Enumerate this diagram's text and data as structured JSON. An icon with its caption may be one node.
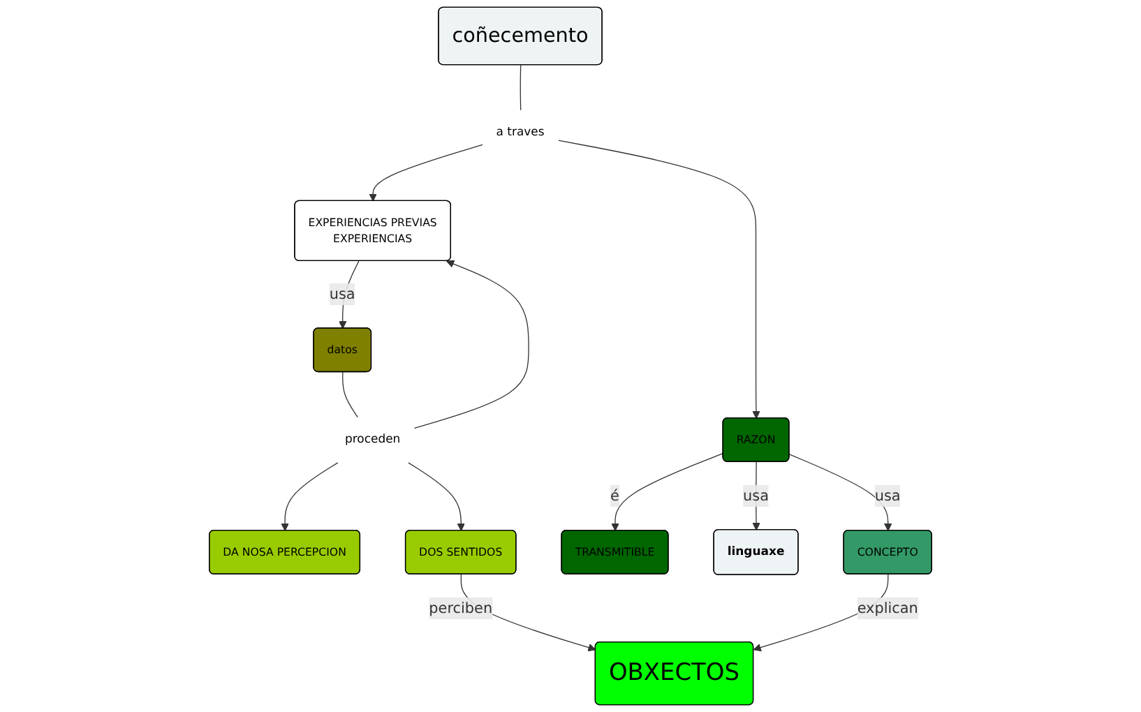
{
  "diagram": {
    "nodes": [
      {
        "text": [
          "coñecemento"
        ]
      },
      {
        "text": [
          "EXPERIENCIAS PREVIAS",
          "EXPERIENCIAS"
        ]
      },
      {
        "text": [
          "a traves"
        ]
      },
      {
        "text": [
          "RAZON"
        ]
      },
      {
        "text": [
          "TRANSMITIBLE"
        ]
      },
      {
        "text": [
          "datos"
        ]
      },
      {
        "text": [
          "linguaxe"
        ]
      },
      {
        "text": [
          "proceden"
        ]
      },
      {
        "text": [
          "DA NOSA PERCEPCION"
        ]
      },
      {
        "text": [
          "DOS SENTIDOS"
        ]
      },
      {
        "text": [
          "CONCEPTO"
        ]
      },
      {
        "text": [
          "OBXECTOS"
        ]
      }
    ],
    "edges": [
      {
        "from": 0,
        "to": 2,
        "arrow": "none"
      },
      {
        "from": 2,
        "to": 1,
        "arrow": "to"
      },
      {
        "from": 2,
        "to": 3,
        "arrow": "to"
      },
      {
        "from": 1,
        "to": 5,
        "label": "usa",
        "arrow": "to"
      },
      {
        "from": 3,
        "to": 4,
        "label": "é",
        "arrow": "to"
      },
      {
        "from": 3,
        "to": 6,
        "label": "usa",
        "arrow": "to"
      },
      {
        "from": 3,
        "to": 10,
        "label": "usa",
        "arrow": "to"
      },
      {
        "from": 5,
        "to": 7,
        "arrow": "none"
      },
      {
        "from": 7,
        "to": 1,
        "arrow": "to"
      },
      {
        "from": 7,
        "to": 8,
        "arrow": "to"
      },
      {
        "from": 7,
        "to": 9,
        "arrow": "to"
      },
      {
        "from": 9,
        "to": 11,
        "label": "perciben",
        "arrow": "to"
      },
      {
        "from": 10,
        "to": 11,
        "label": "explican",
        "arrow": "to"
      }
    ]
  }
}
